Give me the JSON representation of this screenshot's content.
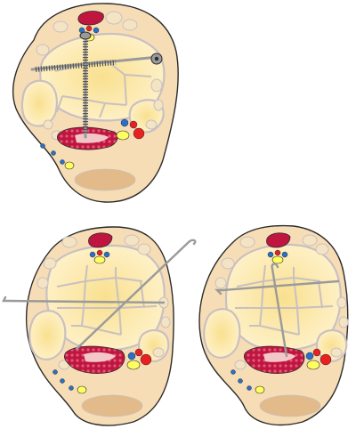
{
  "colors": {
    "skin": "#f6ddb6",
    "outline": "#2b2b2b",
    "muscle": "#c0153f",
    "muscle_pattern": "#e05a7a",
    "muscle_pale": "#f3c7c7",
    "bone_fill": "#fff3cf",
    "bone_core": "#f9e08f",
    "bone_edge": "#ffffff",
    "cortex": "#c9c0c0",
    "tendon": "#f4e4c4",
    "fat": "#e3bb8a",
    "artery": "#e82020",
    "vein": "#2870c8",
    "nerve": "#ffff60",
    "wire": "#9a9a9a",
    "screw": "#555555"
  },
  "panels": [
    {
      "id": "top-left",
      "fixation": "cross-screws"
    },
    {
      "id": "bottom-left",
      "fixation": "crossed-k-wires"
    },
    {
      "id": "bottom-right",
      "fixation": "crossed-k-wires"
    }
  ]
}
